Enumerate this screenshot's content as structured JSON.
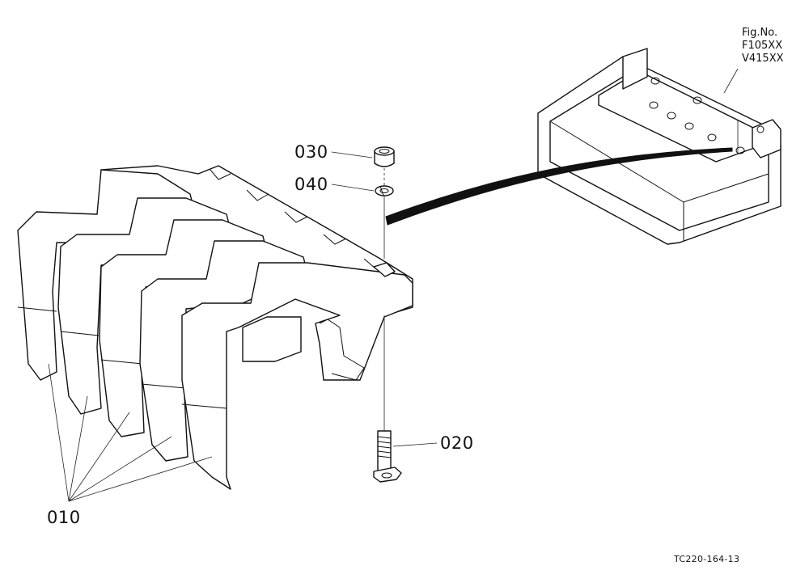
{
  "figure": {
    "number_lines": [
      "Fig.No.",
      "F105XX",
      "V415XX"
    ],
    "drawing_code": "TC220-164-13"
  },
  "parts": [
    {
      "number": "010",
      "name": "front-weight"
    },
    {
      "number": "020",
      "name": "bolt"
    },
    {
      "number": "030",
      "name": "nut"
    },
    {
      "number": "040",
      "name": "lock-washer"
    }
  ]
}
